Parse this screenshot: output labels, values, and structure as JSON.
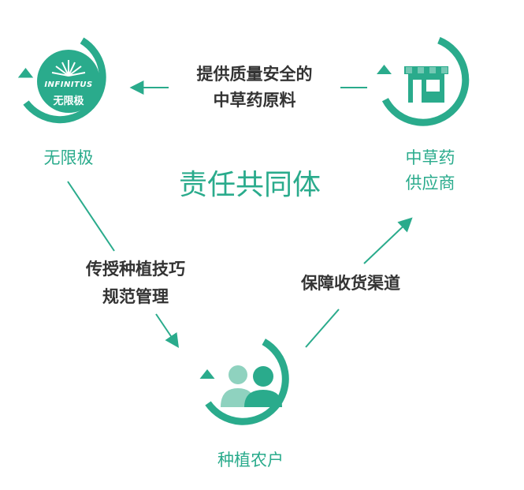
{
  "diagram": {
    "title": "责任共同体",
    "colors": {
      "accent": "#2aab8c",
      "text": "#333333",
      "ring": "#2aab8c"
    },
    "nodes": {
      "infinitus": {
        "label": "无限极",
        "icon": "infinitus-logo-icon",
        "logo_en": "INFINITUS",
        "logo_cn": "无限极"
      },
      "supplier": {
        "label_line1": "中草药",
        "label_line2": "供应商",
        "icon": "storefront-icon"
      },
      "farmers": {
        "label": "种植农户",
        "icon": "people-icon"
      }
    },
    "edges": {
      "supplier_to_infinitus": {
        "line1": "提供质量安全的",
        "line2": "中草药原料"
      },
      "infinitus_to_farmers": {
        "line1": "传授种植技巧",
        "line2": "规范管理"
      },
      "farmers_to_supplier": {
        "line1": "保障收货渠道"
      }
    }
  }
}
